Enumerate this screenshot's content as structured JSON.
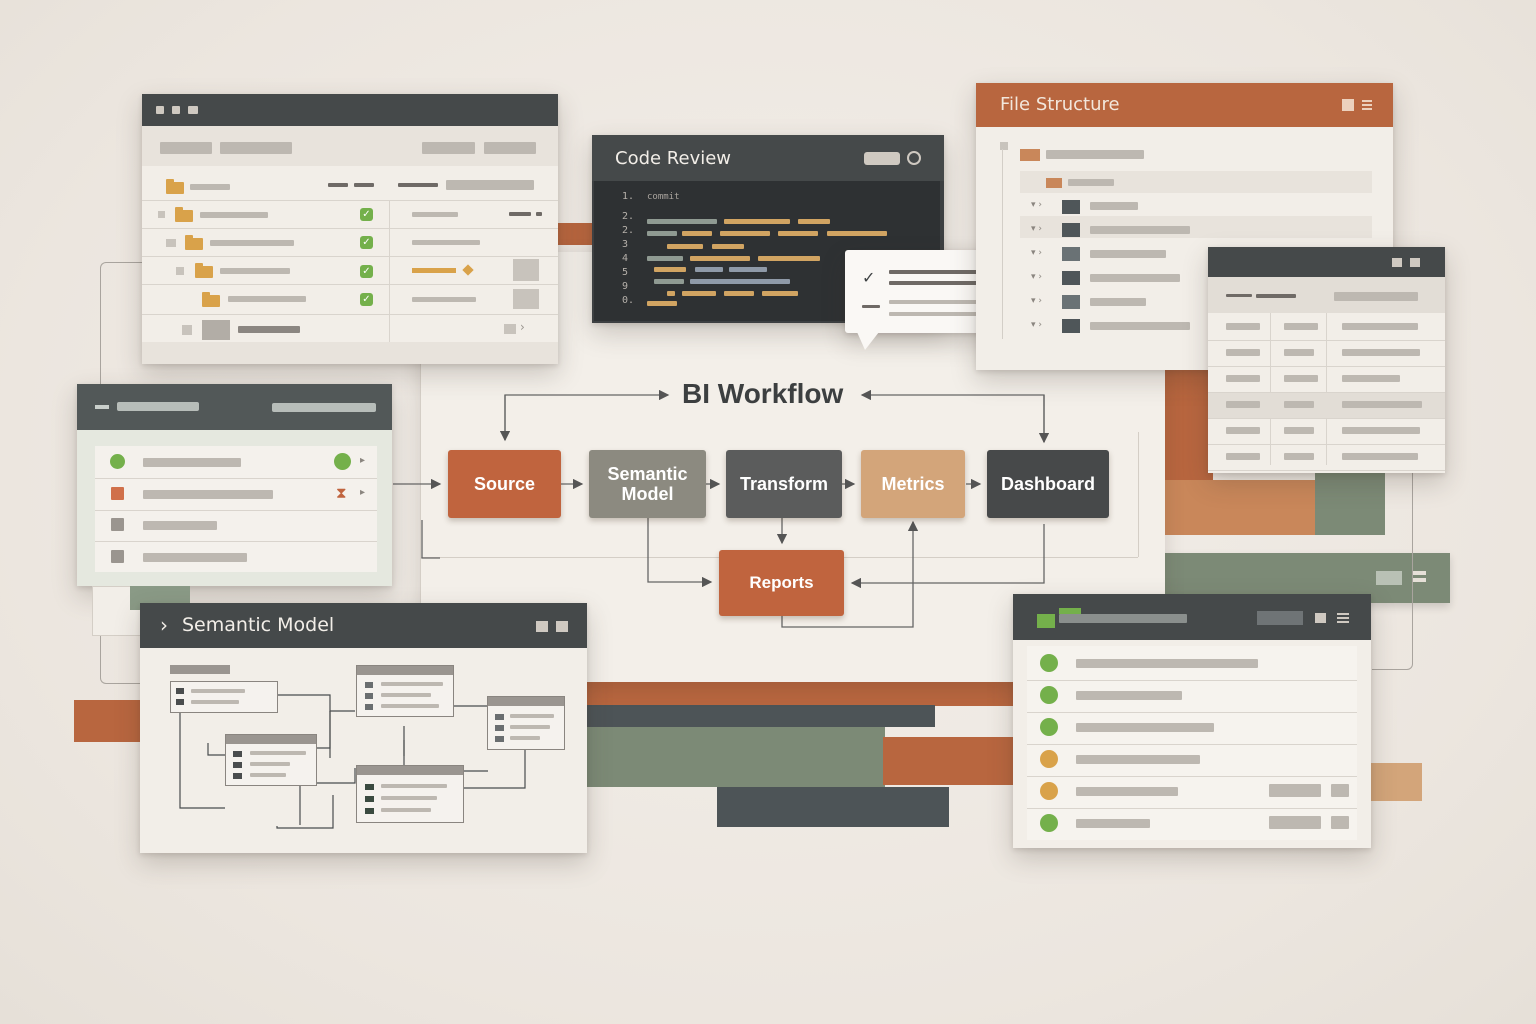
{
  "workflow": {
    "title": "BI Workflow",
    "nodes": {
      "source": "Source",
      "semantic_model": "Semantic\nModel",
      "transform": "Transform",
      "metrics": "Metrics",
      "dashboard": "Dashboard",
      "reports": "Reports"
    }
  },
  "code_review": {
    "title": "Code Review",
    "first_line": "commit",
    "line_numbers": [
      "1.",
      "2.",
      "2.",
      "3",
      "4",
      "5",
      "9",
      "0."
    ]
  },
  "file_structure": {
    "title": "File Structure"
  },
  "semantic_model_window": {
    "title": "Semantic Model"
  },
  "icons": {
    "window_dots": "window-control-dots",
    "search": "search-icon",
    "menu": "menu-icon",
    "check": "check-icon",
    "chevron": "chevron-right-icon"
  },
  "colors": {
    "source": "#c0643e",
    "semantic_model": "#8c8a80",
    "transform": "#5b5c5c",
    "metrics": "#d3a57a",
    "dashboard": "#47494a",
    "reports": "#c0643e",
    "dark_bar": "#45494a",
    "orange_bar": "#b8663f",
    "green": "#74b04b",
    "amber": "#d9a24a"
  }
}
